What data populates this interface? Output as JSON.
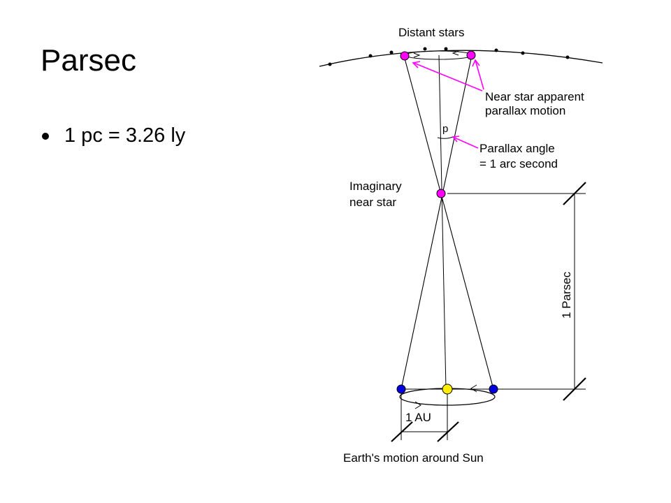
{
  "slide": {
    "title": "Parsec",
    "bullets": [
      "1 pc = 3.26 ly"
    ]
  },
  "diagram": {
    "distant_stars_label": "Distant stars",
    "near_star_motion_label_1": "Near star apparent",
    "near_star_motion_label_2": "parallax motion",
    "p_label": "p",
    "parallax_angle_label_1": "Parallax angle",
    "parallax_angle_label_2": "= 1 arc second",
    "imaginary_star_label_1": "Imaginary",
    "imaginary_star_label_2": "near star",
    "parsec_label": "1 Parsec",
    "au_label": "1 AU",
    "earth_motion_label": "Earth's motion around Sun",
    "colors": {
      "magenta": "#ff00ff",
      "blue": "#0000e0",
      "yellow": "#ffee00",
      "line": "#000000"
    }
  }
}
